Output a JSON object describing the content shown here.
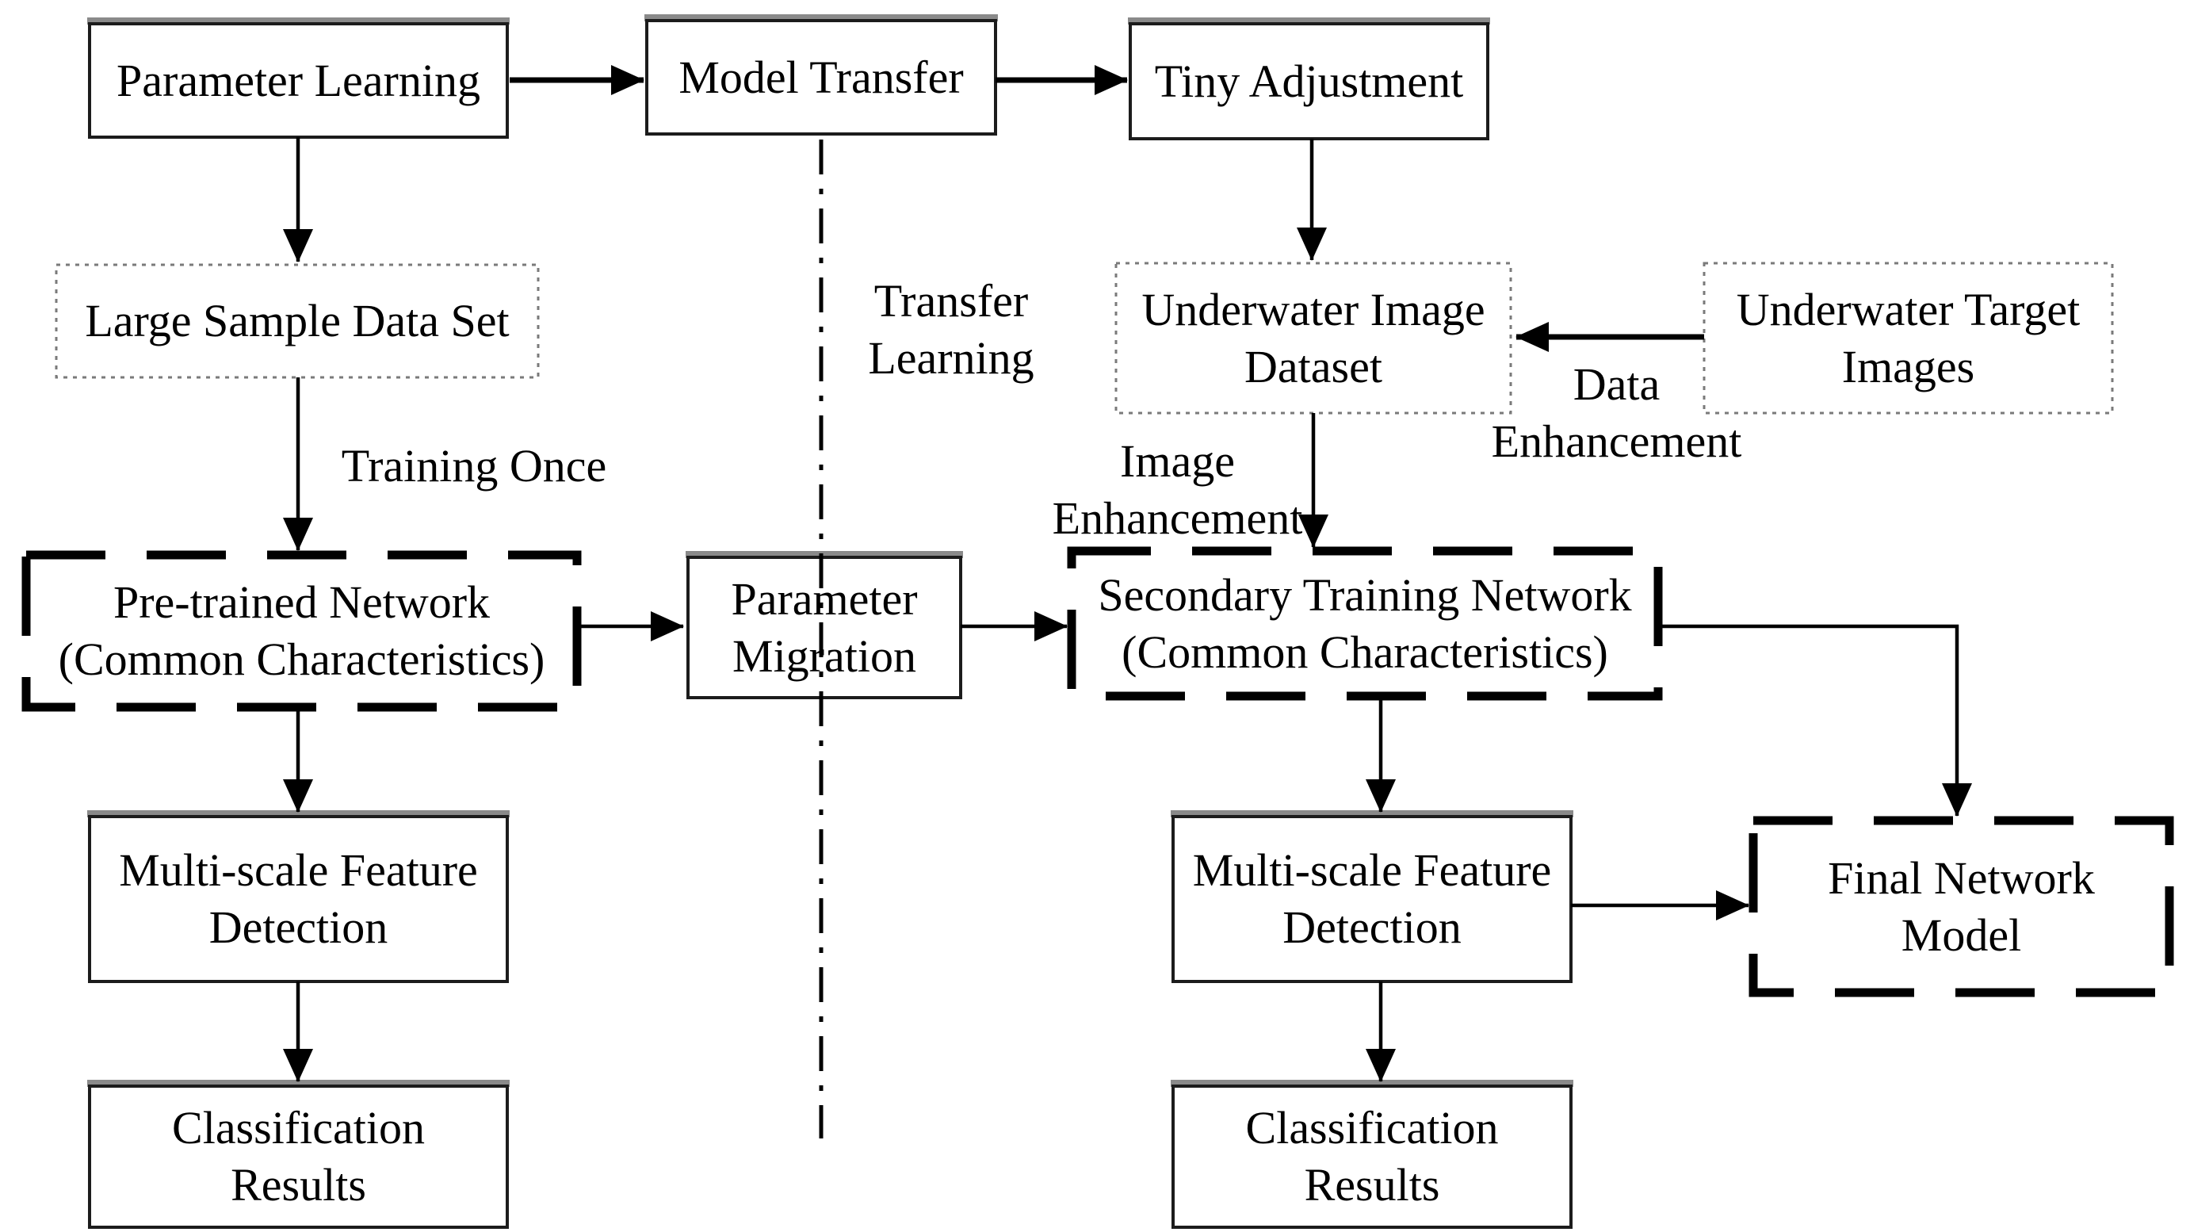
{
  "diagram": {
    "title_hint": "Transfer learning flowchart",
    "boxes": {
      "parameter_learning": {
        "style": "solid",
        "lines": [
          "Parameter Learning"
        ]
      },
      "model_transfer": {
        "style": "solid",
        "lines": [
          "Model Transfer"
        ]
      },
      "tiny_adjustment": {
        "style": "solid",
        "lines": [
          "Tiny Adjustment"
        ]
      },
      "large_sample_data_set": {
        "style": "dotted",
        "lines": [
          "Large Sample Data Set"
        ]
      },
      "underwater_image_dataset": {
        "style": "dotted",
        "lines": [
          "Underwater Image",
          "Dataset"
        ]
      },
      "underwater_target_images": {
        "style": "dotted",
        "lines": [
          "Underwater Target",
          "Images"
        ]
      },
      "pretrained_network": {
        "style": "dashed",
        "lines": [
          "Pre-trained Network",
          "(Common Characteristics)"
        ]
      },
      "parameter_migration": {
        "style": "solid",
        "lines": [
          "Parameter",
          "Migration"
        ]
      },
      "secondary_training_network": {
        "style": "dashed",
        "lines": [
          "Secondary Training Network",
          "(Common Characteristics)"
        ]
      },
      "multiscale_feature_detection_left": {
        "style": "solid",
        "lines": [
          "Multi-scale Feature",
          "Detection"
        ]
      },
      "classification_results_left": {
        "style": "solid",
        "lines": [
          "Classification",
          "Results"
        ]
      },
      "multiscale_feature_detection_right": {
        "style": "solid",
        "lines": [
          "Multi-scale Feature",
          "Detection"
        ]
      },
      "classification_results_right": {
        "style": "solid",
        "lines": [
          "Classification",
          "Results"
        ]
      },
      "final_network_model": {
        "style": "dashed",
        "lines": [
          "Final Network",
          "Model"
        ]
      }
    },
    "edge_labels": {
      "training_once": {
        "lines": [
          "Training Once"
        ]
      },
      "transfer_learning": {
        "lines": [
          "Transfer",
          "Learning"
        ]
      },
      "image_enhancement": {
        "lines": [
          "Image",
          "Enhancement"
        ]
      },
      "data_enhancement": {
        "lines": [
          "Data",
          "Enhancement"
        ]
      }
    },
    "colors": {
      "line": "#000000",
      "solid_box_border": "#1c1c1c",
      "solid_box_top_shadow": "#8a8a8a",
      "dotted_box_border": "#7a7a7a",
      "text": "#000000",
      "background": "#ffffff"
    }
  }
}
